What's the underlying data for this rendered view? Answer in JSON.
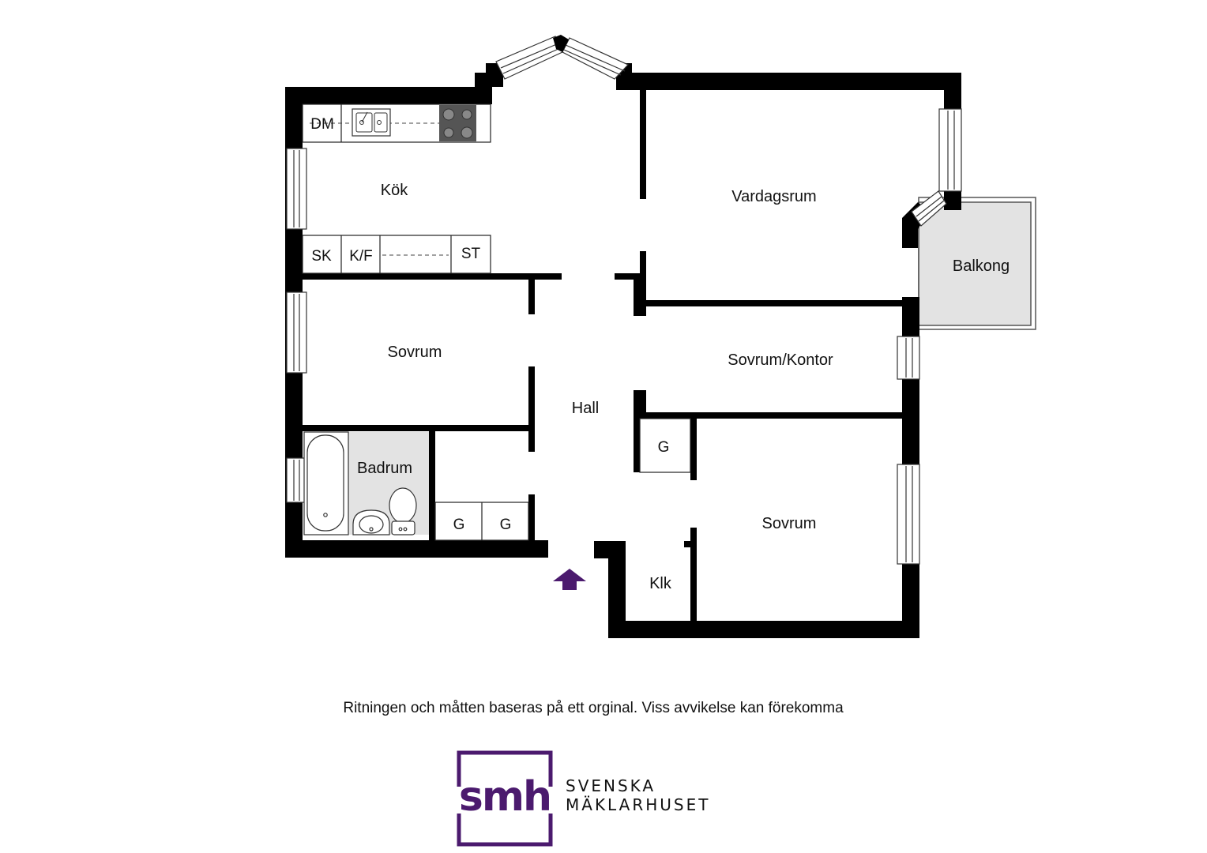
{
  "rooms": {
    "kok": "Kök",
    "vardagsrum": "Vardagsrum",
    "balkong": "Balkong",
    "sovrum_left": "Sovrum",
    "hall": "Hall",
    "sovrum_kontor": "Sovrum/Kontor",
    "badrum": "Badrum",
    "sovrum_right": "Sovrum",
    "klk": "Klk"
  },
  "fixtures": {
    "dm": "DM",
    "sk": "SK",
    "kf": "K/F",
    "st": "ST",
    "g_closet_right": "G",
    "g_closet_1": "G",
    "g_closet_2": "G"
  },
  "disclaimer": "Ritningen och måtten baseras på ett orginal. Viss avvikelse kan förekomma",
  "logo": {
    "mark": "smh",
    "line1": "SVENSKA",
    "line2": "MÄKLARHUSET"
  },
  "colors": {
    "wall": "#000000",
    "badrum_floor": "#e3e3e3",
    "balkong_floor": "#e3e3e3",
    "entrance_arrow": "#4b1a6e",
    "logo_purple": "#4b1a6e"
  }
}
